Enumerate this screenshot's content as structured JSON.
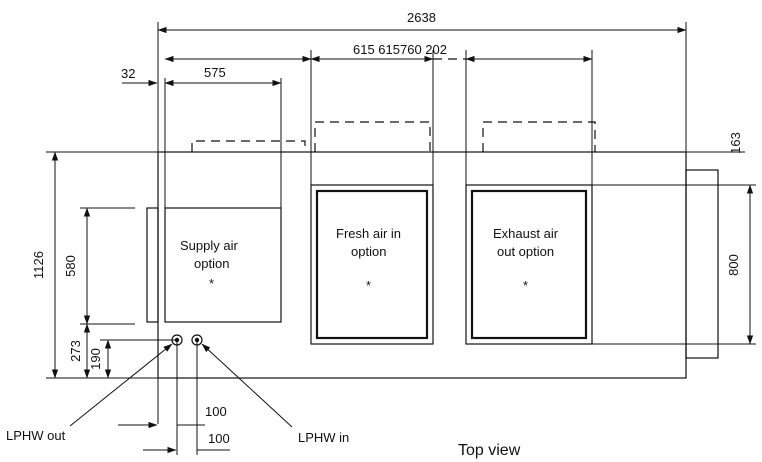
{
  "dimensions": {
    "overall_width": "2638",
    "left_offset": "32",
    "supply_width": "575",
    "middle_group": "615 615760 202",
    "top_offset": "163",
    "overall_height": "1126",
    "supply_height": "580",
    "pipe_height_outer": "273",
    "pipe_height_inner": "190",
    "right_height": "800",
    "pipe_spacing_1": "100",
    "pipe_spacing_2": "100"
  },
  "labels": {
    "supply_line1": "Supply air",
    "supply_line2": "option",
    "fresh_line1": "Fresh air in",
    "fresh_line2": "option",
    "exhaust_line1": "Exhaust air",
    "exhaust_line2": "out option",
    "center_mark": "*",
    "lphw_out": "LPHW out",
    "lphw_in": "LPHW in",
    "view_title": "Top view"
  }
}
